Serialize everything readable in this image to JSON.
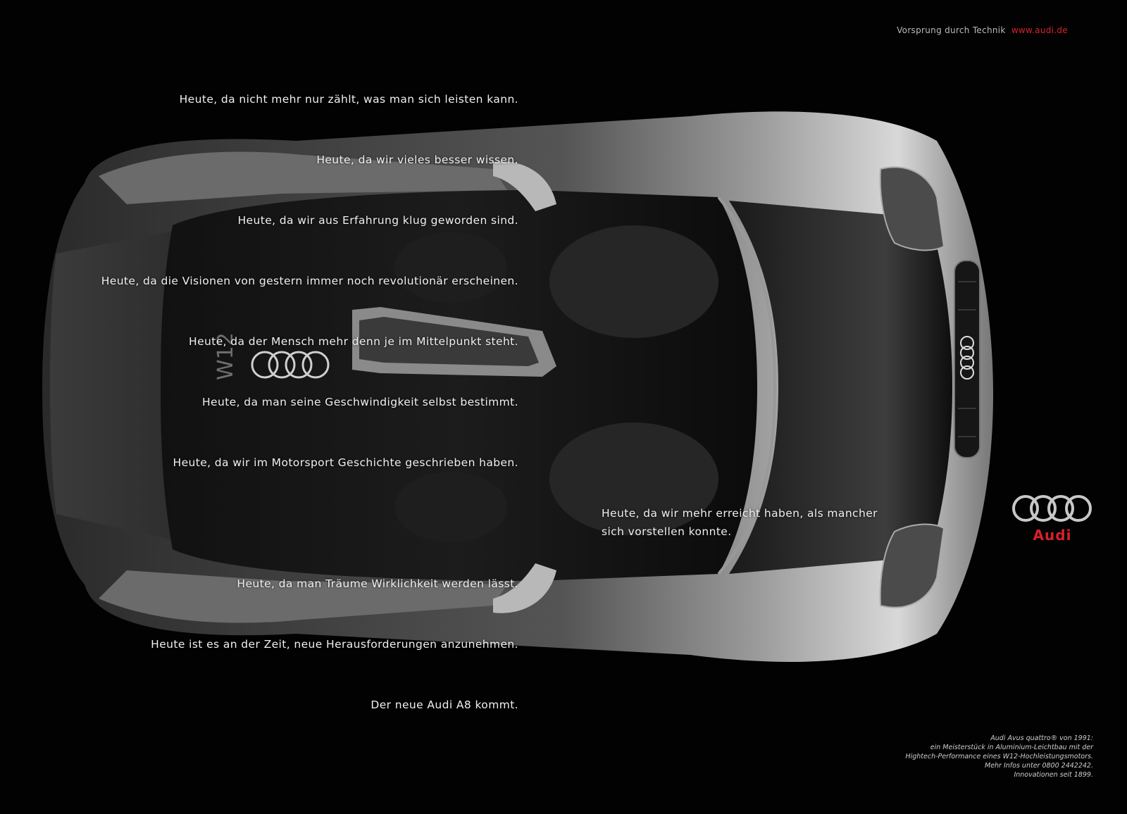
{
  "tagline": {
    "slogan": "Vorsprung durch Technik",
    "url": "www.audi.de"
  },
  "headlines": [
    "Heute, da nicht mehr nur zählt, was man sich leisten kann.",
    "Heute, da wir vieles besser wissen.",
    "Heute, da wir aus Erfahrung klug geworden sind.",
    "Heute, da die Visionen von gestern immer noch revolutionär erscheinen.",
    "Heute, da der Mensch mehr denn je im Mittelpunkt steht.",
    "Heute, da man seine Geschwindigkeit selbst bestimmt.",
    "Heute, da wir im Motorsport Geschichte geschrieben haben.",
    "Heute, da man Träume Wirklichkeit werden lässt.",
    "Heute ist es an der Zeit, neue Herausforderungen anzunehmen.",
    "Der neue Audi A8 kommt."
  ],
  "right_headline": "Heute, da wir mehr erreicht haben, als mancher\nsich vorstellen konnte.",
  "engine_label": "W12",
  "logo": {
    "wordmark": "Audi",
    "color": "#d8202c"
  },
  "footnote": [
    "Audi Avus quattro® von 1991:",
    "ein Meisterstück in Aluminium-Leichtbau mit der",
    "Hightech-Performance eines W12-Hochleistungsmotors.",
    "Mehr Infos unter 0800 2442242.",
    "Innovationen seit 1899."
  ],
  "colors": {
    "background": "#020202",
    "accent": "#d8202c",
    "text": "#f0f0f0"
  }
}
